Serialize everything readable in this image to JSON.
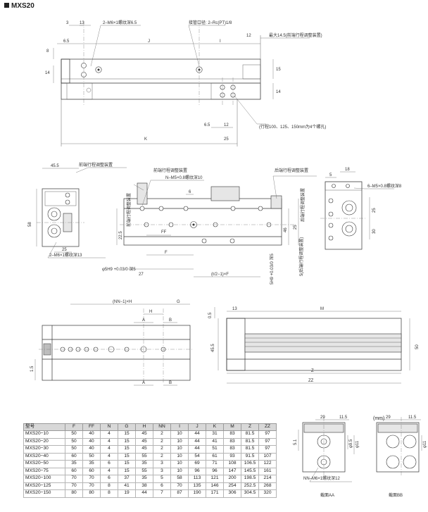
{
  "title": "MXS20",
  "unit": "(mm)",
  "top_view": {
    "dims": {
      "d3": "3",
      "d13": "13",
      "d6_5": "6.5",
      "d8": "8",
      "d14_left": "14",
      "J": "J",
      "I": "I",
      "d12": "12",
      "d15": "15",
      "d14_right": "14",
      "d6_5_bottom": "6.5",
      "d12_bottom": "12",
      "K": "K",
      "d25": "25"
    },
    "notes": {
      "tapped_hole": "2–M6×1螺纹深6.5",
      "piping_port": "接管口径: 2–Rc(PT)1/8",
      "max_length": "最大14.5(前端行程调整装置)",
      "stroke_note": "(行程100、125、150mm为4个螺孔)"
    }
  },
  "front_view": {
    "dims": {
      "d45_5": "45.5",
      "d58": "58",
      "d25_small": "25",
      "d6": "6",
      "d22_5": "22.5",
      "d46": "46",
      "d25_right": "25",
      "FF": "FF",
      "F": "F",
      "d27": "27",
      "nf": "(ℓ/2−1)×F",
      "d18": "18",
      "d5": "5",
      "d25_end": "25",
      "d30": "30"
    },
    "notes": {
      "front_adjuster_left": "前端行程调整装置",
      "front_adjuster_mid": "前端行程调整装置",
      "rear_adjuster": "后端行程调整装置",
      "front_adjuster_vert": "前端行程调整装置",
      "rear_adjuster_vert": "后端行程调整装置",
      "m5_thread": "N–M5×0.8螺纹深10",
      "m6_thread_bottom": "2–M6×1螺纹深13",
      "pin_hole": "φ5H9 +0.03/0 深5",
      "pin_hole_2": "5H9 +0.03/0 深5",
      "end_m5": "6–M5×0.8螺纹深8",
      "rear_vert_2": "5(后端行程调整装置)"
    }
  },
  "bottom_view": {
    "dims": {
      "nn_h": "(NN−1)×H",
      "H": "H",
      "G": "G",
      "A": "A",
      "B": "B",
      "A2": "A",
      "B2": "B",
      "d1_5": "1.5"
    }
  },
  "side_view": {
    "dims": {
      "d0_5": "0.5",
      "d13": "13",
      "M": "M",
      "d45_5": "45.5",
      "d50": "50",
      "Z": "Z",
      "ZZ": "ZZ"
    }
  },
  "sections": {
    "aa": {
      "label": "截面AA",
      "dims": {
        "d29": "29",
        "d11_5": "11.5",
        "d5_1": "5.1",
        "d9_5": "φ9.5",
        "d11": "φ11"
      },
      "note": "NN–M6×1螺纹深12"
    },
    "bb": {
      "label": "截面BB",
      "dims": {
        "d29": "29",
        "d11_5": "11.5",
        "d11": "φ11"
      }
    }
  },
  "table": {
    "headers": [
      "型号",
      "F",
      "FF",
      "N",
      "G",
      "H",
      "NN",
      "I",
      "J",
      "K",
      "M",
      "Z",
      "ZZ"
    ],
    "rows": [
      [
        "MXS20−10",
        "50",
        "40",
        "4",
        "15",
        "45",
        "2",
        "10",
        "44",
        "31",
        "83",
        "81.5",
        "97"
      ],
      [
        "MXS20−20",
        "50",
        "40",
        "4",
        "15",
        "45",
        "2",
        "10",
        "44",
        "41",
        "83",
        "81.5",
        "97"
      ],
      [
        "MXS20−30",
        "50",
        "40",
        "4",
        "15",
        "45",
        "2",
        "10",
        "44",
        "51",
        "83",
        "81.5",
        "97"
      ],
      [
        "MXS20−40",
        "60",
        "50",
        "4",
        "15",
        "55",
        "2",
        "10",
        "54",
        "61",
        "93",
        "91.5",
        "107"
      ],
      [
        "MXS20−50",
        "35",
        "35",
        "6",
        "15",
        "35",
        "3",
        "10",
        "69",
        "71",
        "108",
        "106.5",
        "122"
      ],
      [
        "MXS20−75",
        "60",
        "60",
        "4",
        "15",
        "55",
        "3",
        "10",
        "96",
        "96",
        "147",
        "145.5",
        "161"
      ],
      [
        "MXS20−100",
        "70",
        "70",
        "6",
        "37",
        "35",
        "5",
        "58",
        "113",
        "121",
        "200",
        "198.5",
        "214"
      ],
      [
        "MXS20−125",
        "70",
        "70",
        "8",
        "41",
        "38",
        "6",
        "70",
        "135",
        "146",
        "254",
        "252.5",
        "268"
      ],
      [
        "MXS20−150",
        "80",
        "80",
        "8",
        "19",
        "44",
        "7",
        "87",
        "190",
        "171",
        "306",
        "304.5",
        "320"
      ]
    ]
  }
}
